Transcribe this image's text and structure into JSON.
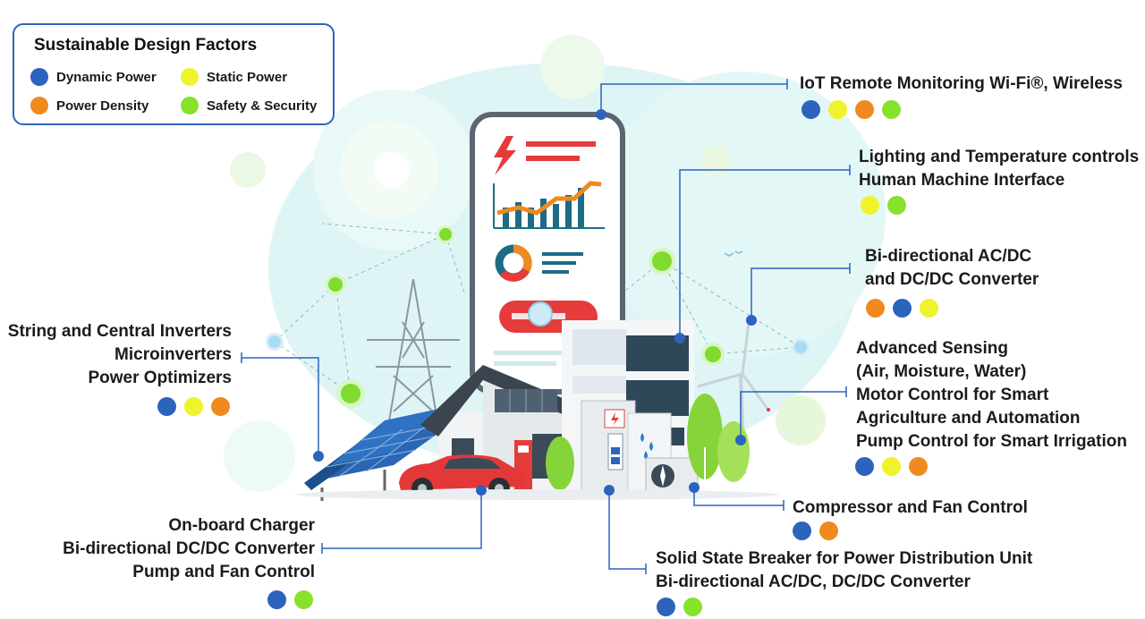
{
  "legend": {
    "title": "Sustainable Design Factors",
    "items": [
      {
        "label": "Dynamic Power",
        "color": "#2b63bd"
      },
      {
        "label": "Static Power",
        "color": "#eef32b"
      },
      {
        "label": "Power Density",
        "color": "#ef8a1e"
      },
      {
        "label": "Safety & Security",
        "color": "#86e22a"
      }
    ]
  },
  "callouts": {
    "iot": {
      "lines": [
        "IoT Remote Monitoring Wi-Fi®, Wireless"
      ],
      "factors": [
        "blue",
        "yellow",
        "orange",
        "green"
      ]
    },
    "lighting": {
      "lines": [
        "Lighting and Temperature controls",
        "Human Machine Interface"
      ],
      "factors": [
        "yellow",
        "green"
      ]
    },
    "bidir_acdc": {
      "lines": [
        "Bi-directional AC/DC",
        "and DC/DC Converter"
      ],
      "factors": [
        "orange",
        "blue",
        "yellow"
      ]
    },
    "sensing": {
      "lines": [
        "Advanced Sensing",
        "(Air, Moisture, Water)",
        "Motor Control for Smart",
        "Agriculture and Automation",
        "Pump Control for Smart Irrigation"
      ],
      "factors": [
        "blue",
        "yellow",
        "orange"
      ]
    },
    "compressor": {
      "lines": [
        "Compressor and Fan Control"
      ],
      "factors": [
        "blue",
        "orange"
      ]
    },
    "breaker": {
      "lines": [
        "Solid State Breaker for Power Distribution Unit",
        "Bi-directional AC/DC, DC/DC Converter"
      ],
      "factors": [
        "blue",
        "green"
      ]
    },
    "inverters": {
      "lines": [
        "String and Central Inverters",
        "Microinverters",
        "Power Optimizers"
      ],
      "factors": [
        "blue",
        "yellow",
        "orange"
      ]
    },
    "charger": {
      "lines": [
        "On-board Charger",
        "Bi-directional DC/DC Converter",
        "Pump and Fan Control"
      ],
      "factors": [
        "blue",
        "green"
      ]
    }
  }
}
